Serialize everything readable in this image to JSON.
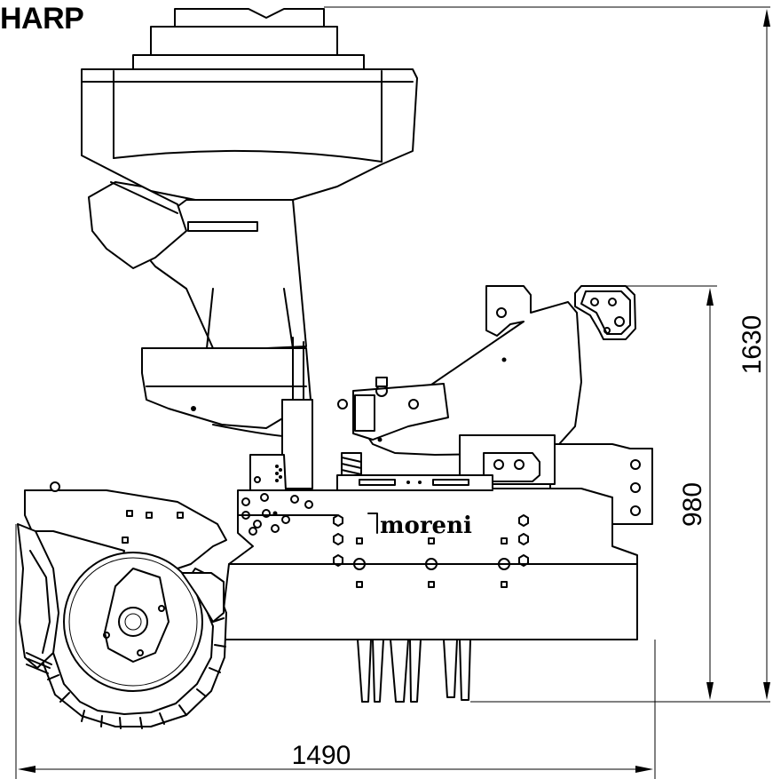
{
  "title": "HARP",
  "logo": "moreni",
  "dimensions": {
    "total_height": "1630",
    "frame_height": "980",
    "total_width": "1490"
  }
}
